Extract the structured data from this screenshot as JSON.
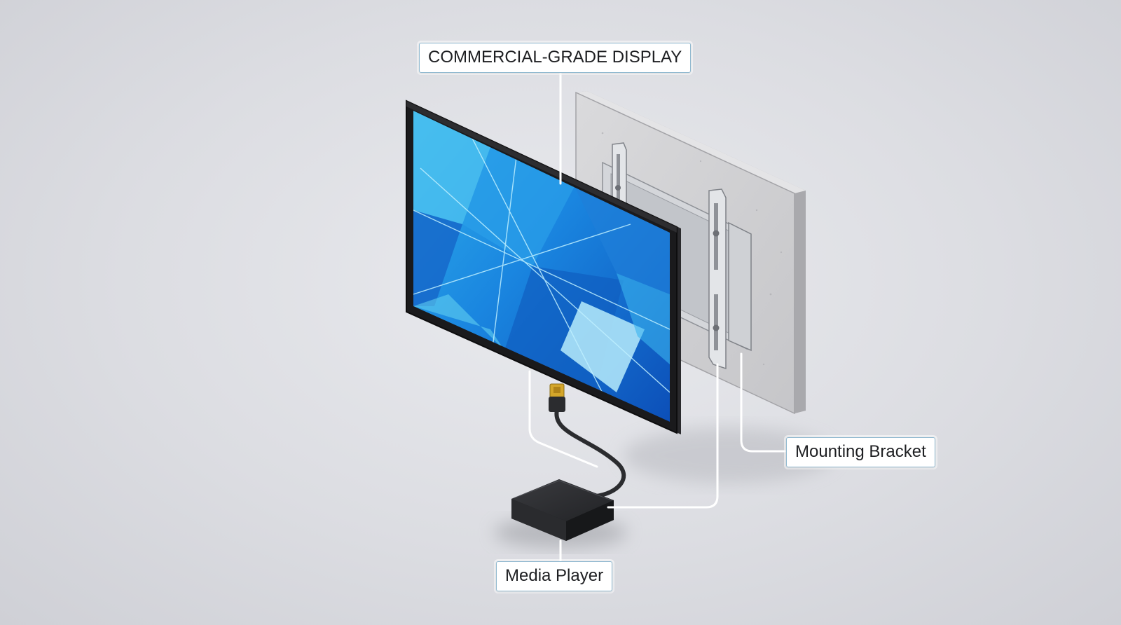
{
  "labels": {
    "display": "COMMERCIAL-GRADE DISPLAY",
    "bracket": "Mounting Bracket",
    "player": "Media Player"
  },
  "colors": {
    "background": "#dcdde2",
    "leader_line": "#ffffff",
    "callout_border": "#8fb8cf",
    "screen_blue": "#1a86e0",
    "screen_cyan": "#4fc3f0",
    "bezel": "#1a1a1c",
    "wall": "#cfcfd1",
    "bracket": "#c4c7cc",
    "media_player": "#2a2b2e",
    "hdmi_connector": "#d4a62a"
  },
  "icons": {
    "display": "flat-panel-display-illustration",
    "bracket": "wall-mount-bracket-illustration",
    "wall": "concrete-wall-slab-illustration",
    "player": "media-player-box-illustration",
    "cable": "hdmi-cable-illustration"
  }
}
